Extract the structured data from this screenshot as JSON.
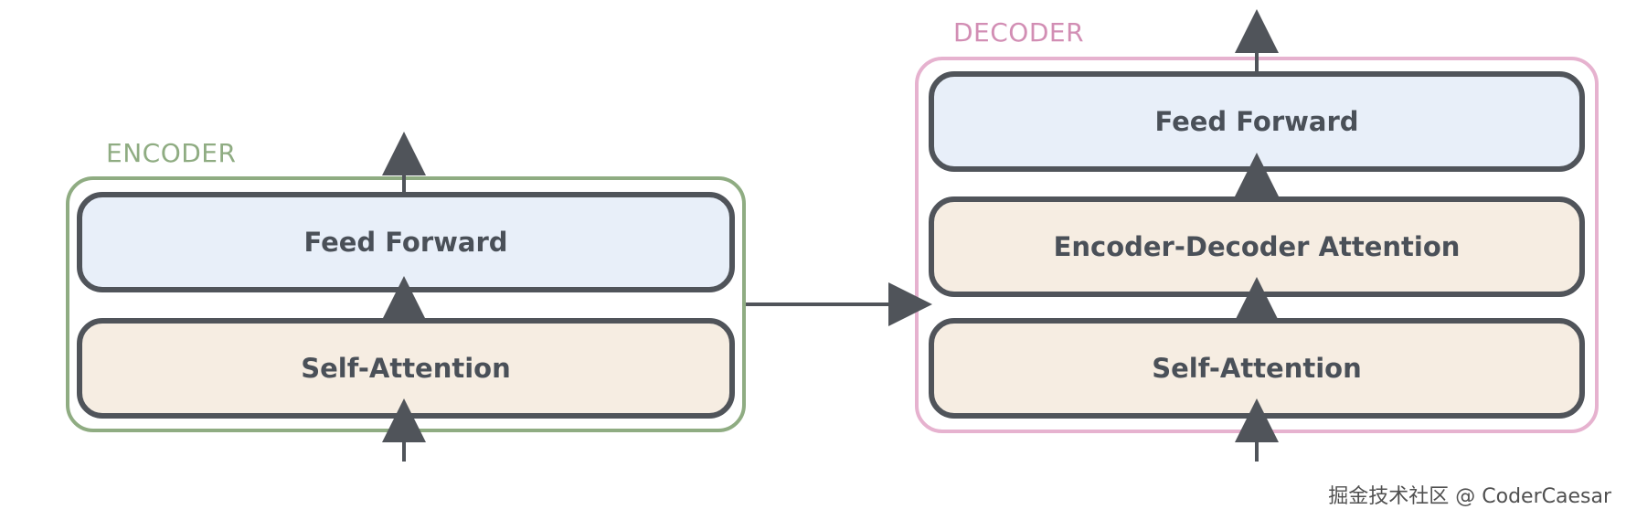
{
  "encoder": {
    "title": "ENCODER",
    "top_layer": "Feed Forward",
    "bottom_layer": "Self-Attention"
  },
  "decoder": {
    "title": "DECODER",
    "top_layer": "Feed Forward",
    "middle_layer": "Encoder-Decoder Attention",
    "bottom_layer": "Self-Attention"
  },
  "watermark": "掘金技术社区 @ CoderCaesar",
  "colors": {
    "encoder_outline": "#8fac82",
    "decoder_outline": "#e6b2cf",
    "decoder_title": "#d28eb4",
    "feed_forward_fill": "#e8eff9",
    "attention_fill": "#f6ede2",
    "box_border": "#50545a",
    "arrow": "#50545a"
  }
}
